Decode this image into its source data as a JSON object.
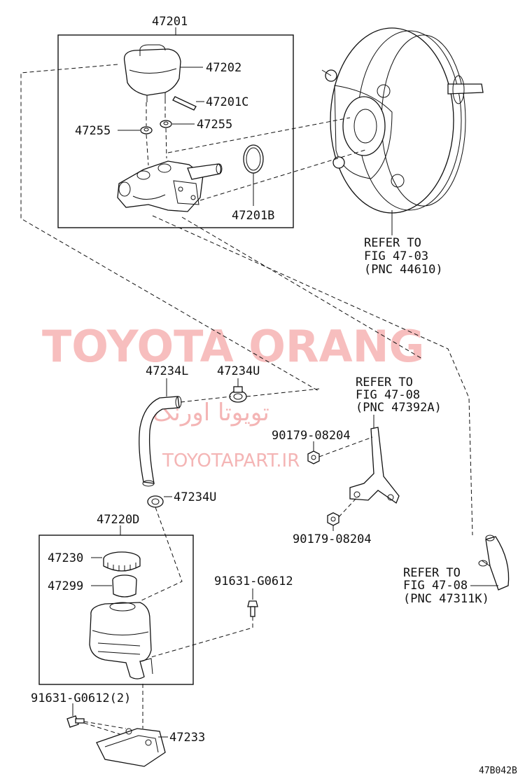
{
  "watermark": {
    "main": "TOYOTA ORANG",
    "persian": "تویوتا اورنگ",
    "site": "TOYOTAPART.IR"
  },
  "labels": {
    "p47201": "47201",
    "p47202": "47202",
    "p47201C": "47201C",
    "p47255_left": "47255",
    "p47255_right": "47255",
    "p47201B": "47201B",
    "p47234L": "47234L",
    "p47234U_top": "47234U",
    "p47234U_bottom": "47234U",
    "p47220D": "47220D",
    "p47230": "47230",
    "p47299": "47299",
    "p91631_single": "91631-G0612",
    "p91631_double": "91631-G0612(2)",
    "p47233": "47233",
    "p90179_top": "90179-08204",
    "p90179_bottom": "90179-08204"
  },
  "refs": {
    "booster": [
      "REFER TO",
      "FIG 47-03",
      "(PNC 44610)"
    ],
    "bracket": [
      "REFER TO",
      "FIG 47-08",
      "(PNC 47392A)"
    ],
    "tube": [
      "REFER TO",
      "FIG 47-08",
      "(PNC 47311K)"
    ]
  },
  "figure_code": "47B042B"
}
